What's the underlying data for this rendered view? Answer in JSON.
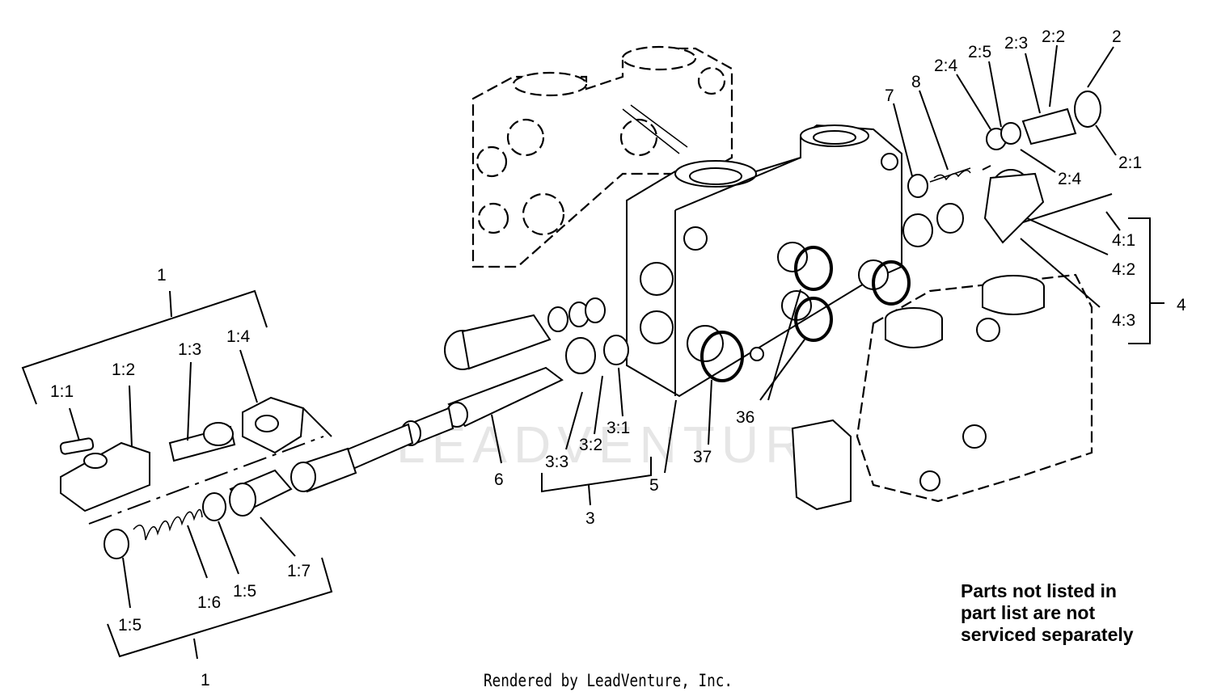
{
  "watermark": "LEADVENTURE",
  "notes": {
    "line1": "Parts not listed in",
    "line2": "part list are not",
    "line3": "serviced separately"
  },
  "footer": "Rendered by LeadVenture, Inc.",
  "callouts": {
    "g1_top": "1",
    "p1_1": "1:1",
    "p1_2": "1:2",
    "p1_3": "1:3",
    "p1_4": "1:4",
    "p1_5a": "1:5",
    "p1_5b": "1:5",
    "p1_6": "1:6",
    "p1_7": "1:7",
    "g1_bottom": "1",
    "p2": "2",
    "p2_1": "2:1",
    "p2_2": "2:2",
    "p2_3": "2:3",
    "p2_4a": "2:4",
    "p2_4b": "2:4",
    "p2_5": "2:5",
    "p3": "3",
    "p3_1": "3:1",
    "p3_2": "3:2",
    "p3_3": "3:3",
    "p4": "4",
    "p4_1": "4:1",
    "p4_2": "4:2",
    "p4_3": "4:3",
    "p5": "5",
    "p6": "6",
    "p7": "7",
    "p8": "8",
    "p36": "36",
    "p37": "37"
  }
}
